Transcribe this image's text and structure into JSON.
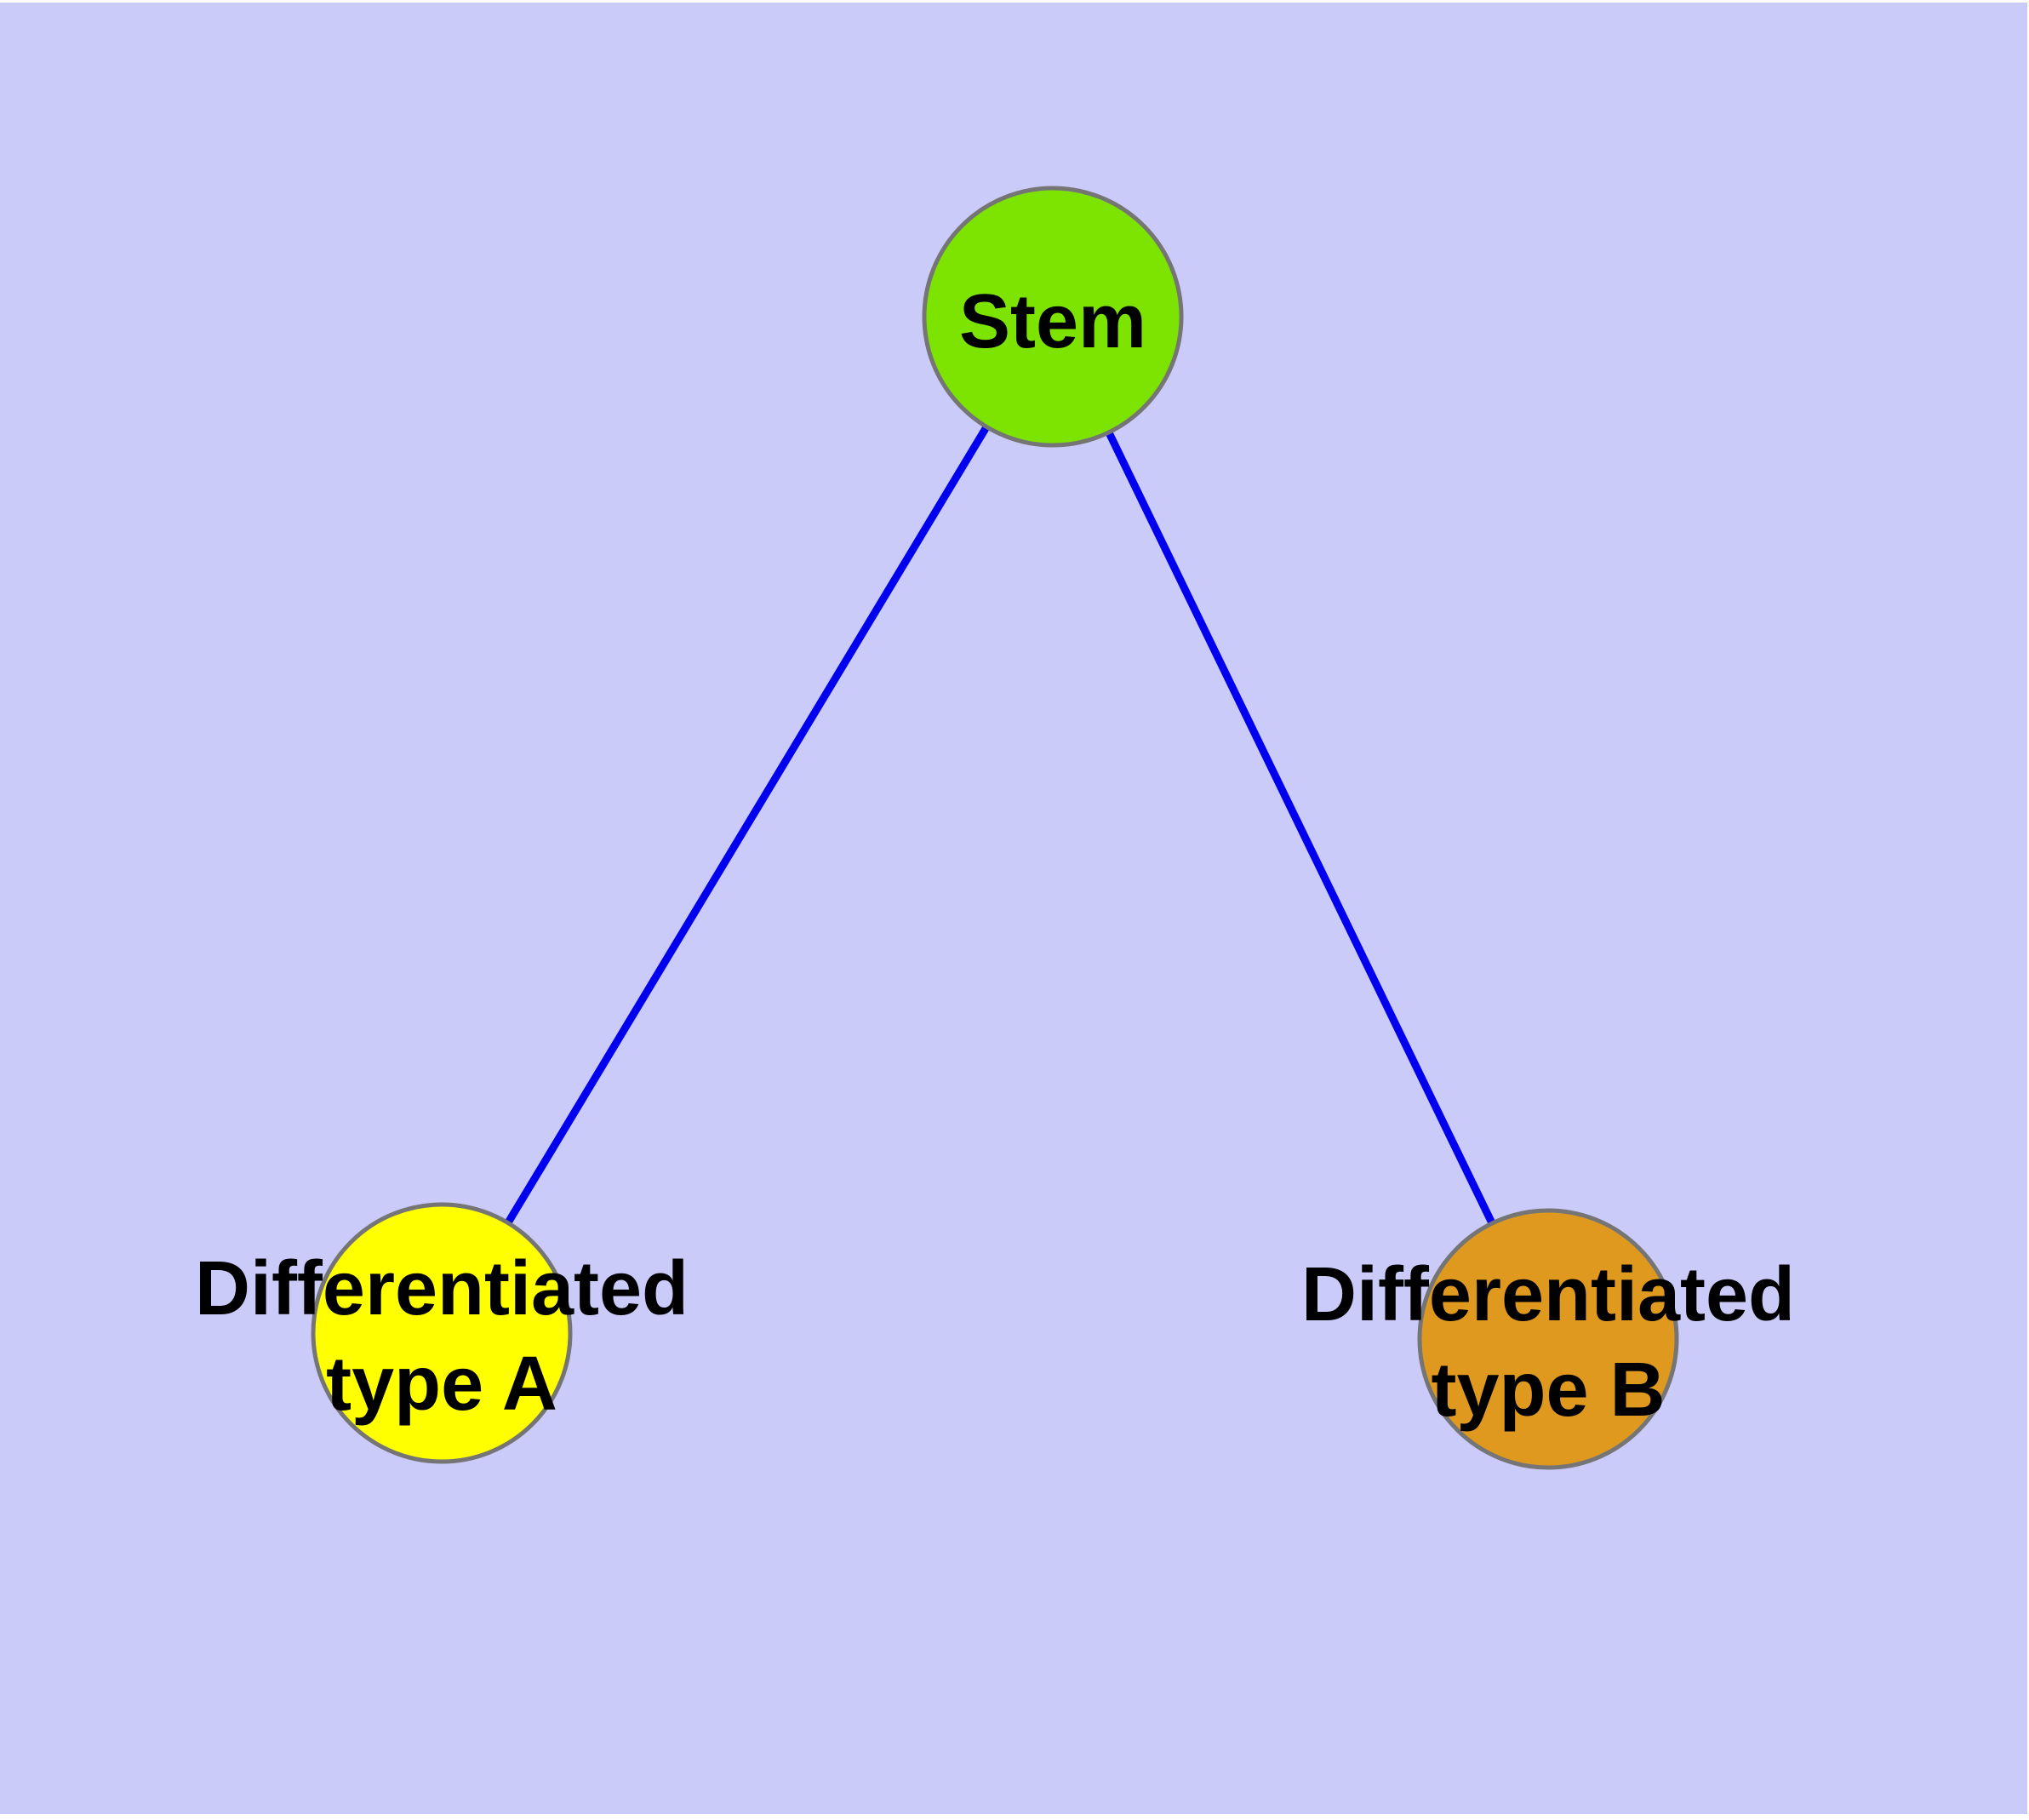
{
  "diagram": {
    "kind": "node-link graph of stem cell differentiation",
    "page_color": "#ffffff",
    "background_color": "#cbcbfa",
    "edge_color": "#0000ee",
    "node_border_color": "#757575",
    "label_color": "#000000",
    "nodes": [
      {
        "id": "stem",
        "label": "Stem",
        "line1": "Stem",
        "line2": "",
        "fill": "#7ce400"
      },
      {
        "id": "type-a",
        "label": "Differentiated type A",
        "line1": "Differentiated",
        "line2": "type A",
        "fill": "#ffff00"
      },
      {
        "id": "type-b",
        "label": "Differentiated type B",
        "line1": "Differentiated",
        "line2": "type B",
        "fill": "#e0991f"
      }
    ],
    "edges": [
      {
        "from": "Stem",
        "to": "Differentiated type A"
      },
      {
        "from": "Stem",
        "to": "Differentiated type B"
      }
    ]
  }
}
